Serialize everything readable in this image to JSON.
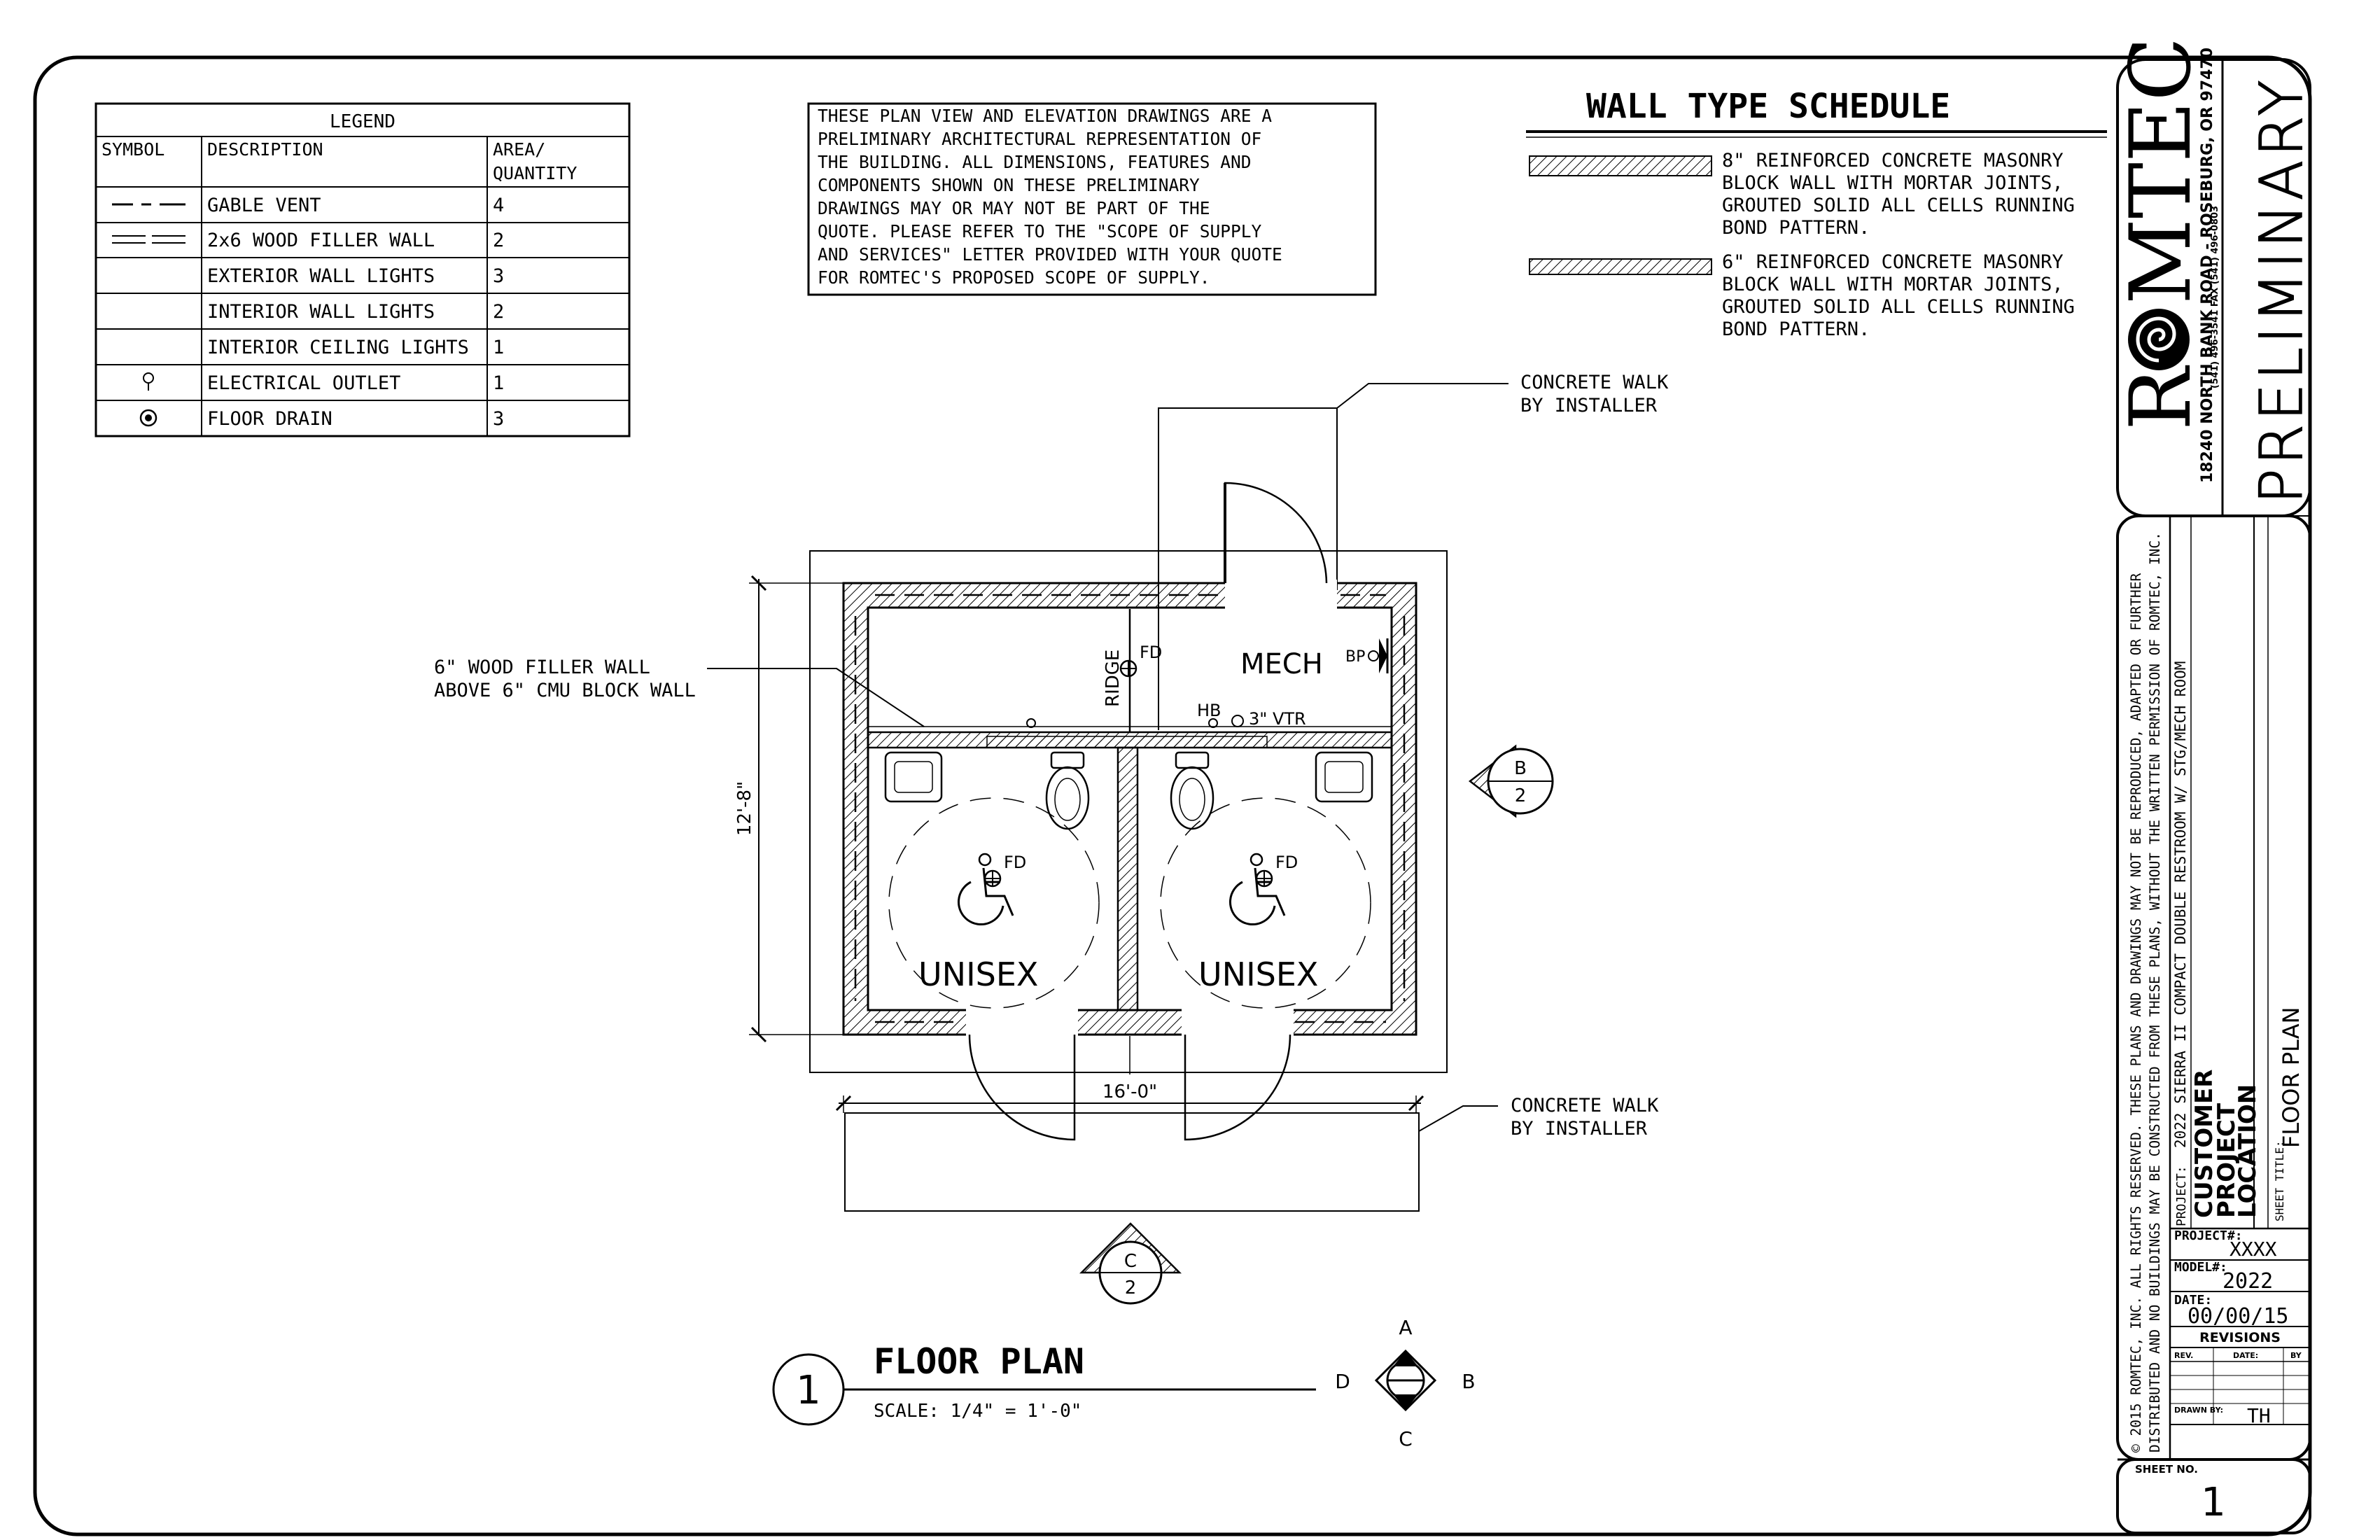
{
  "legend": {
    "title": "LEGEND",
    "headers": [
      "SYMBOL",
      "DESCRIPTION",
      "AREA/",
      "QUANTITY"
    ],
    "rows": [
      {
        "symbol": "gable-vent-symbol",
        "description": "GABLE VENT",
        "quantity": "4"
      },
      {
        "symbol": "filler-wall-symbol",
        "description": "2x6 WOOD FILLER WALL",
        "quantity": "2"
      },
      {
        "symbol": "",
        "description": "EXTERIOR WALL LIGHTS",
        "quantity": "3"
      },
      {
        "symbol": "",
        "description": "INTERIOR WALL LIGHTS",
        "quantity": "2"
      },
      {
        "symbol": "",
        "description": "INTERIOR CEILING LIGHTS",
        "quantity": "1"
      },
      {
        "symbol": "outlet-icon",
        "description": "ELECTRICAL OUTLET",
        "quantity": "1"
      },
      {
        "symbol": "floor-drain-icon",
        "description": "FLOOR DRAIN",
        "quantity": "3"
      }
    ]
  },
  "notice_lines": [
    "THESE PLAN VIEW AND ELEVATION DRAWINGS ARE A",
    "PRELIMINARY ARCHITECTURAL REPRESENTATION OF",
    "THE BUILDING. ALL DIMENSIONS, FEATURES AND",
    "COMPONENTS SHOWN ON THESE PRELIMINARY",
    "DRAWINGS MAY OR MAY NOT BE PART OF THE",
    "QUOTE. PLEASE REFER TO THE \"SCOPE OF SUPPLY",
    "AND SERVICES\" LETTER PROVIDED WITH YOUR QUOTE",
    "FOR ROMTEC'S PROPOSED SCOPE OF SUPPLY."
  ],
  "wall_schedule": {
    "title": "WALL TYPE SCHEDULE",
    "entries": [
      {
        "lines": [
          "8\" REINFORCED CONCRETE MASONRY",
          "BLOCK WALL WITH MORTAR JOINTS,",
          "GROUTED SOLID ALL CELLS RUNNING",
          "BOND PATTERN."
        ]
      },
      {
        "lines": [
          "6\" REINFORCED CONCRETE MASONRY",
          "BLOCK WALL WITH MORTAR JOINTS,",
          "GROUTED SOLID ALL CELLS RUNNING",
          "BOND PATTERN."
        ]
      }
    ]
  },
  "plan": {
    "walk_note_top": [
      "CONCRETE WALK",
      "BY INSTALLER"
    ],
    "walk_note_bottom": [
      "CONCRETE WALK",
      "BY INSTALLER"
    ],
    "filler_note": [
      "6\" WOOD FILLER WALL",
      "ABOVE 6\" CMU BLOCK WALL"
    ],
    "ridge": "RIDGE",
    "fd": "FD",
    "mech": "MECH",
    "bp": "BP",
    "hb": "HB",
    "vtr": "3\" VTR",
    "room_left": "UNISEX",
    "room_right": "UNISEX",
    "dim_height": "12'-8\"",
    "dim_width": "16'-0\"",
    "section_b": {
      "letter": "B",
      "num": "2"
    },
    "section_c": {
      "letter": "C",
      "num": "2"
    }
  },
  "plan_title": {
    "number": "1",
    "title": "FLOOR PLAN",
    "scale": "SCALE: 1/4\" = 1'-0\""
  },
  "compass": {
    "a": "A",
    "b": "B",
    "c": "C",
    "d": "D"
  },
  "title_block": {
    "logo_pre": "R",
    "logo_post": "MTEC",
    "address": "18240 NORTH BANK ROAD - ROSEBURG, OR 97470",
    "phone": "(541) 496-3541     FAX (541) 496-0803",
    "stamp": "PRELIMINARY",
    "copyright_1": "© 2015 ROMTEC, INC.  ALL RIGHTS RESERVED.  THESE PLANS AND DRAWINGS MAY NOT BE REPRODUCED, ADAPTED OR FURTHER",
    "copyright_2": "DISTRIBUTED AND NO BUILDINGS MAY BE CONSTRUCTED FROM THESE PLANS, WITHOUT THE WRITTEN PERMISSION OF ROMTEC, INC.",
    "project_label": "PROJECT:",
    "project_value": "2022 SIERRA II COMPACT DOUBLE RESTROOM W/ STG/MECH ROOM",
    "customer": "CUSTOMER",
    "project": "PROJECT",
    "location": "LOCATION",
    "sheet_title_label": "SHEET TITLE:",
    "sheet_title": "FLOOR PLAN",
    "project_no_label": "PROJECT#:",
    "project_no": "XXXX",
    "model_label": "MODEL#:",
    "model": "2022",
    "date_label": "DATE:",
    "date": "00/00/15",
    "revisions": "REVISIONS",
    "rev_cols": [
      "REV.",
      "DATE:",
      "BY"
    ],
    "drawn_label": "DRAWN BY:",
    "drawn": "TH",
    "sheet_no_label": "SHEET NO.",
    "sheet_no": "1"
  }
}
